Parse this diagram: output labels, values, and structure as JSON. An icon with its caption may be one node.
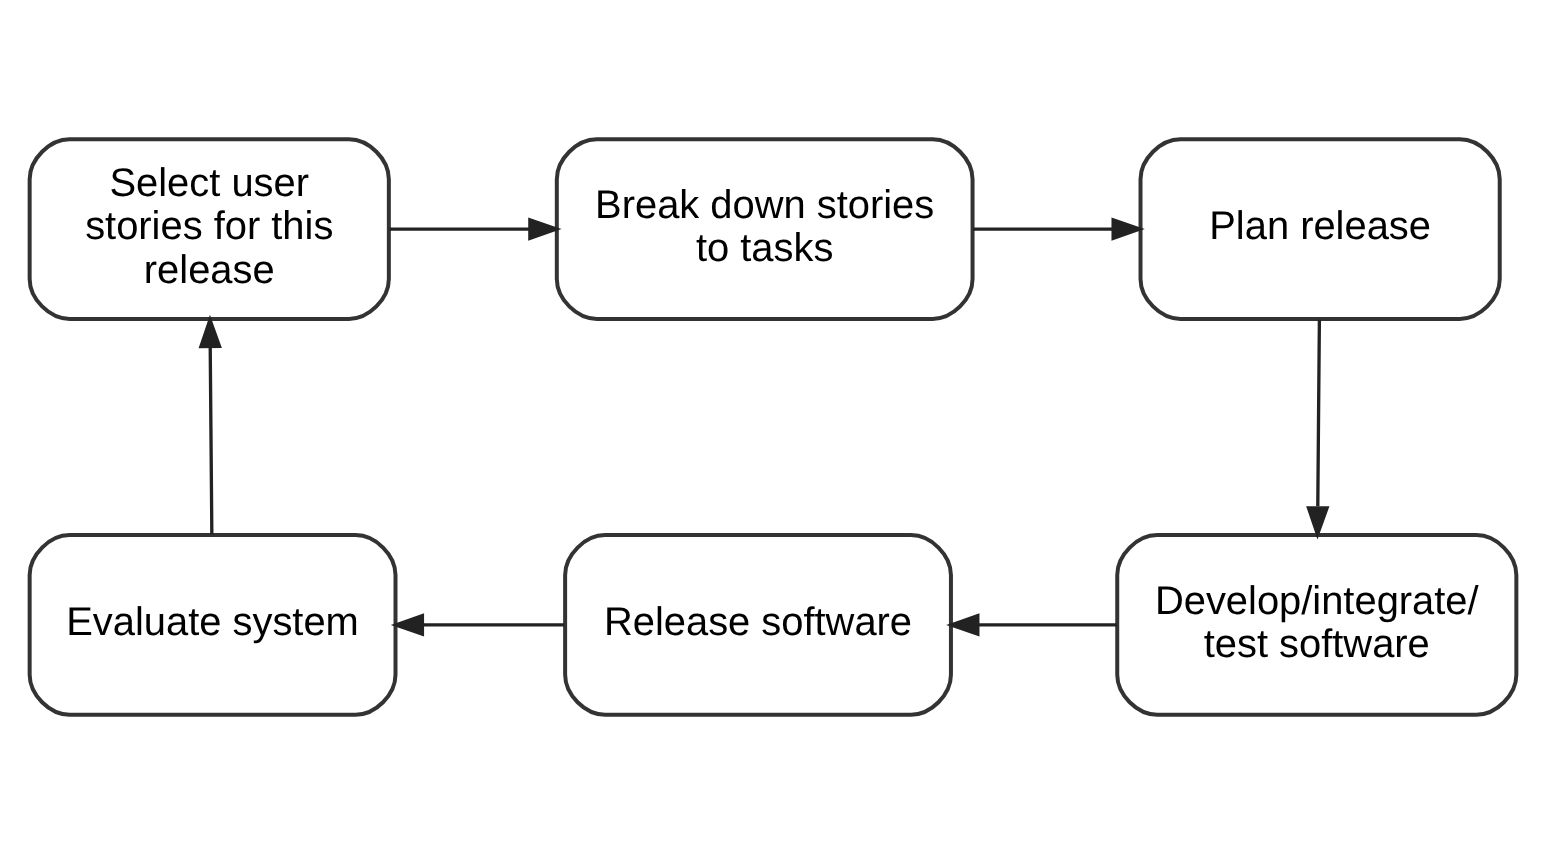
{
  "diagram": {
    "nodes": [
      {
        "text": [
          "Select user stories for this release"
        ]
      },
      {
        "text": [
          "Break down stories to tasks"
        ]
      },
      {
        "text": [
          "Plan release"
        ]
      },
      {
        "text": [
          "Develop/integrate/ test software"
        ]
      },
      {
        "text": [
          "Release software"
        ]
      },
      {
        "text": [
          "Evaluate system"
        ]
      }
    ],
    "edges": [
      {
        "from": 0,
        "to": 1,
        "arrow": "to"
      },
      {
        "from": 1,
        "to": 2,
        "arrow": "to"
      },
      {
        "from": 2,
        "to": 3,
        "arrow": "to"
      },
      {
        "from": 3,
        "to": 4,
        "arrow": "to"
      },
      {
        "from": 4,
        "to": 5,
        "arrow": "to"
      },
      {
        "from": 5,
        "to": 0,
        "arrow": "to"
      }
    ]
  }
}
